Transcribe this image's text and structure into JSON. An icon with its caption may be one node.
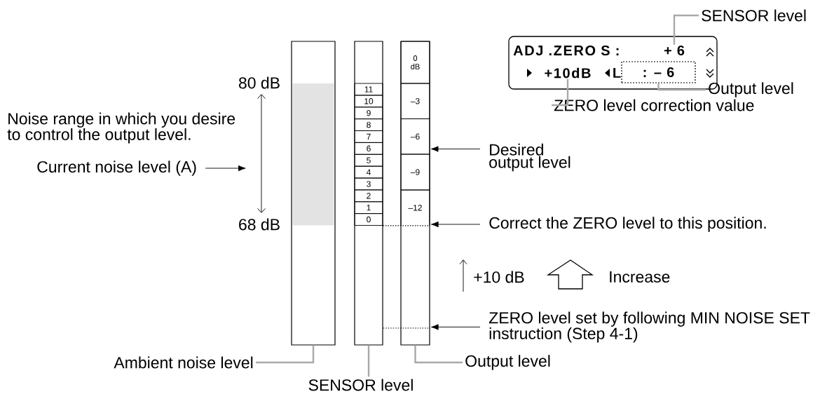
{
  "diagram": {
    "nodes": [
      {
        "text": [
          "ADJ .ZERO S :",
          "L"
        ]
      },
      {
        "text": [
          "+ 6"
        ],
        "in": 0
      },
      {
        "text": [
          "+10dB"
        ],
        "in": 0
      },
      {
        "text": [
          ": – 6"
        ],
        "in": 0
      },
      {
        "text": [
          "SENSOR level"
        ]
      },
      {
        "text": [
          "Output level"
        ]
      },
      {
        "text": [
          "ZERO level correction value"
        ]
      },
      {
        "text": [
          "Current noise level (A)"
        ]
      },
      {
        "text": [],
        "shape": "bar"
      },
      {
        "text": [],
        "shape": "bar"
      },
      {
        "text": [
          "11"
        ],
        "in": 9
      },
      {
        "text": [
          "10"
        ],
        "in": 9
      },
      {
        "text": [
          "9"
        ],
        "in": 9
      },
      {
        "text": [
          "8"
        ],
        "in": 9
      },
      {
        "text": [
          "7"
        ],
        "in": 9
      },
      {
        "text": [
          "6"
        ],
        "in": 9
      },
      {
        "text": [
          "5"
        ],
        "in": 9
      },
      {
        "text": [
          "4"
        ],
        "in": 9
      },
      {
        "text": [
          "3"
        ],
        "in": 9
      },
      {
        "text": [
          "2"
        ],
        "in": 9
      },
      {
        "text": [
          "1"
        ],
        "in": 9
      },
      {
        "text": [
          "0"
        ],
        "in": 9
      },
      {
        "text": [],
        "shape": "bar"
      },
      {
        "text": [
          "0 dB"
        ],
        "in": 22
      },
      {
        "text": [
          "–3"
        ],
        "in": 22
      },
      {
        "text": [
          "–6"
        ],
        "in": 22
      },
      {
        "text": [
          "–9"
        ],
        "in": 22
      },
      {
        "text": [
          "–12"
        ],
        "in": 22
      },
      {
        "text": [
          "Desired output level"
        ]
      },
      {
        "text": [
          "Correct the ZERO level to this position."
        ]
      },
      {
        "text": [
          "ZERO level set by following MIN NOISE SET instruction (Step 4-1)"
        ]
      },
      {
        "text": [
          "Ambient noise level"
        ]
      },
      {
        "text": [
          "SENSOR level"
        ]
      },
      {
        "text": [
          "Output level"
        ]
      }
    ],
    "edges": [
      {
        "from": 4,
        "to": 1,
        "arrow": "none"
      },
      {
        "from": 5,
        "to": 3,
        "arrow": "none"
      },
      {
        "from": 6,
        "to": 2,
        "arrow": "none"
      },
      {
        "from": 7,
        "to": null,
        "arrow": "to",
        "color": "#000000"
      },
      {
        "from": 28,
        "to": 25,
        "arrow": "to",
        "color": "#000000"
      },
      {
        "from": 29,
        "to": 22,
        "arrow": "to",
        "color": "#000000"
      },
      {
        "from": 30,
        "to": 22,
        "arrow": "to",
        "color": "#000000"
      },
      {
        "from": 31,
        "to": 8,
        "arrow": "none"
      },
      {
        "from": 32,
        "to": 9,
        "arrow": "none"
      },
      {
        "from": 33,
        "to": 22,
        "arrow": "none"
      },
      {
        "from": 21,
        "to": 22,
        "arrow": "none",
        "style": "dashed",
        "color": "#000000"
      },
      {
        "from": 9,
        "to": 22,
        "arrow": "none",
        "style": "dashed",
        "color": "#000000"
      }
    ],
    "labels": [
      "80 dB",
      "Noise range in which you desire to control the output level.",
      "68 dB",
      "+10 dB",
      "Increase"
    ]
  }
}
